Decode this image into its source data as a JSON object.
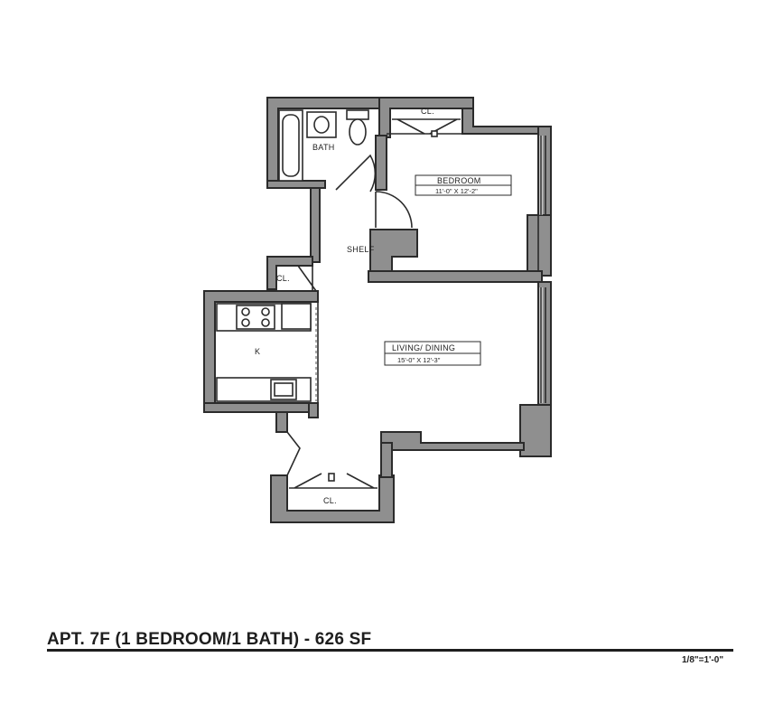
{
  "rooms": {
    "bath": "BATH",
    "bedroom": "BEDROOM",
    "bedroom_dims": "11'-0\" X 12'-2\"",
    "shelf": "SHELF",
    "closet_small": "CL.",
    "closet_bedroom": "CL.",
    "closet_entry": "CL.",
    "kitchen": "K",
    "living": "LIVING/ DINING",
    "living_dims": "15'-0\" X 12'-3\""
  },
  "caption": {
    "title": "APT. 7F (1 BEDROOM/1 BATH)  - 626 SF",
    "scale": "1/8\"=1'-0\""
  }
}
